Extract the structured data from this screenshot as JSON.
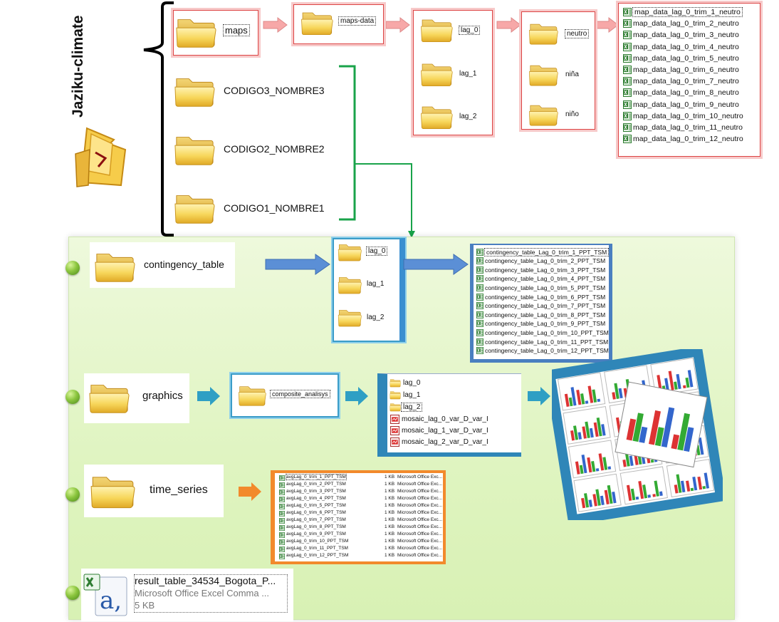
{
  "project": {
    "title": "Jaziku-climate"
  },
  "root_folders": {
    "maps": "maps",
    "codigo3": "CODIGO3_NOMBRE3",
    "codigo2": "CODIGO2_NOMBRE2",
    "codigo1": "CODIGO1_NOMBRE1"
  },
  "maps_chain": {
    "maps_data": "maps-data",
    "lags": [
      "lag_0",
      "lag_1",
      "lag_2"
    ],
    "phases": [
      "neutro",
      "niña",
      "niño"
    ],
    "files": [
      "map_data_lag_0_trim_1_neutro",
      "map_data_lag_0_trim_2_neutro",
      "map_data_lag_0_trim_3_neutro",
      "map_data_lag_0_trim_4_neutro",
      "map_data_lag_0_trim_5_neutro",
      "map_data_lag_0_trim_6_neutro",
      "map_data_lag_0_trim_7_neutro",
      "map_data_lag_0_trim_8_neutro",
      "map_data_lag_0_trim_9_neutro",
      "map_data_lag_0_trim_10_neutro",
      "map_data_lag_0_trim_11_neutro",
      "map_data_lag_0_trim_12_neutro"
    ]
  },
  "contingency": {
    "folder": "contingency_table",
    "lags": [
      "lag_0",
      "lag_1",
      "lag_2"
    ],
    "files": [
      "contingency_table_Lag_0_trim_1_PPT_TSM",
      "contingency_table_Lag_0_trim_2_PPT_TSM",
      "contingency_table_Lag_0_trim_3_PPT_TSM",
      "contingency_table_Lag_0_trim_4_PPT_TSM",
      "contingency_table_Lag_0_trim_5_PPT_TSM",
      "contingency_table_Lag_0_trim_6_PPT_TSM",
      "contingency_table_Lag_0_trim_7_PPT_TSM",
      "contingency_table_Lag_0_trim_8_PPT_TSM",
      "contingency_table_Lag_0_trim_9_PPT_TSM",
      "contingency_table_Lag_0_trim_10_PPT_TSM",
      "contingency_table_Lag_0_trim_11_PPT_TSM",
      "contingency_table_Lag_0_trim_12_PPT_TSM"
    ]
  },
  "graphics": {
    "folder": "graphics",
    "sub": "composite_analisys",
    "lags": [
      "lag_0",
      "lag_1",
      "lag_2"
    ],
    "mosaics": [
      "mosaic_lag_0_var_D_var_I",
      "mosaic_lag_1_var_D_var_I",
      "mosaic_lag_2_var_D_var_I"
    ]
  },
  "time_series": {
    "folder": "time_series",
    "size": "1 KB",
    "type": "Microsoft Office Exc...",
    "files": [
      "avgLag_0_trim_1_PPT_TSM",
      "avgLag_0_trim_2_PPT_TSM",
      "avgLag_0_trim_3_PPT_TSM",
      "avgLag_0_trim_4_PPT_TSM",
      "avgLag_0_trim_5_PPT_TSM",
      "avgLag_0_trim_6_PPT_TSM",
      "avgLag_0_trim_7_PPT_TSM",
      "avgLag_0_trim_8_PPT_TSM",
      "avgLag_0_trim_9_PPT_TSM",
      "avgLag_0_trim_10_PPT_TSM",
      "avgLag_0_trim_11_PPT_TSM",
      "avgLag_0_trim_12_PPT_TSM"
    ]
  },
  "result_file": {
    "name": "result_table_34534_Bogota_P...",
    "type": "Microsoft Office Excel Comma ...",
    "size": "5 KB"
  },
  "colors": {
    "red_arrow": "#f7a8a8",
    "blue_arrow": "#5b8fd6",
    "teal_arrow": "#2f9fc4",
    "orange_arrow": "#f28a2c",
    "green_bracket": "#19a34a",
    "folder_yellow": "#f6d45c"
  }
}
